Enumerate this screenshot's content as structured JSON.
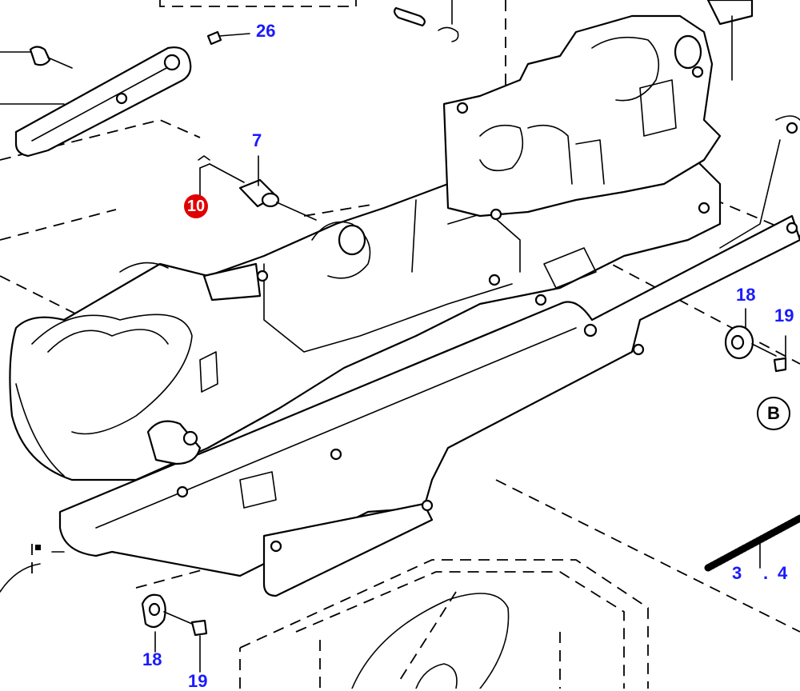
{
  "colors": {
    "callout": "#1a1aff",
    "highlight": "#e00000",
    "line": "#000000"
  },
  "callouts": {
    "c26": "26",
    "c7": "7",
    "c10": "10",
    "c18_right": "18",
    "c19_right": "19",
    "c18_left": "18",
    "c19_left": "19",
    "c3": "3",
    "c4": "4"
  },
  "view_marker": "B"
}
